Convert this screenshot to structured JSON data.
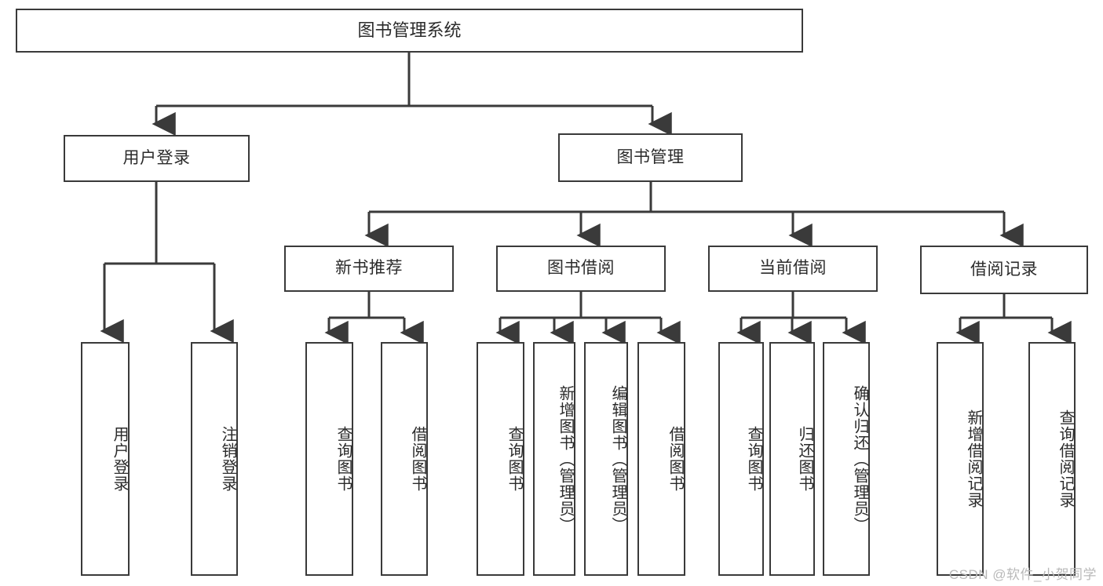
{
  "diagram": {
    "title": "图书管理系统",
    "type": "hierarchy-tree",
    "root": {
      "label": "图书管理系统"
    },
    "level1": [
      {
        "label": "用户登录"
      },
      {
        "label": "图书管理"
      }
    ],
    "level2": [
      {
        "label": "新书推荐"
      },
      {
        "label": "图书借阅"
      },
      {
        "label": "当前借阅"
      },
      {
        "label": "借阅记录"
      }
    ],
    "leaves": {
      "user_login": [
        {
          "label": "用户登录"
        },
        {
          "label": "注销登录"
        }
      ],
      "new_book_recommend": [
        {
          "label": "查询图书"
        },
        {
          "label": "借阅图书"
        }
      ],
      "book_borrow": [
        {
          "label": "查询图书"
        },
        {
          "label": "新增图书（管理员）"
        },
        {
          "label": "编辑图书（管理员）"
        },
        {
          "label": "借阅图书"
        }
      ],
      "current_borrow": [
        {
          "label": "查询图书"
        },
        {
          "label": "归还图书"
        },
        {
          "label": "确认归还（管理员）"
        }
      ],
      "borrow_record": [
        {
          "label": "新增借阅记录"
        },
        {
          "label": "查询借阅记录"
        }
      ]
    }
  },
  "watermark": {
    "text": "CSDN @软件_小贺同学"
  },
  "colors": {
    "stroke": "#3a3a3a",
    "text": "#2b2b2b",
    "background": "#ffffff",
    "watermark": "#b9b9b9"
  }
}
